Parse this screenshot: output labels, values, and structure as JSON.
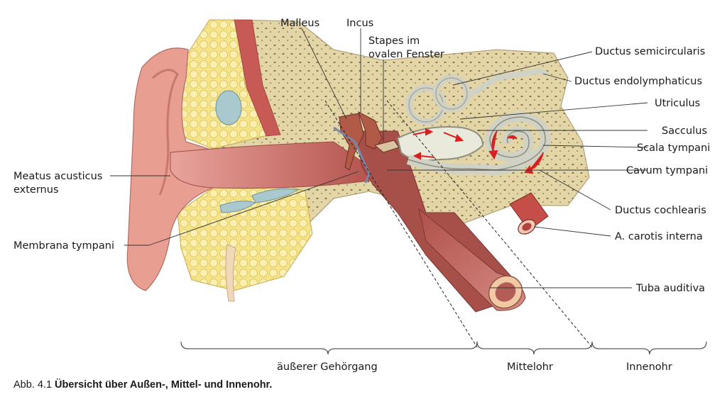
{
  "labels": {
    "malleus": "Malleus",
    "incus": "Incus",
    "stapes_line1": "Stapes im",
    "stapes_line2": "ovalen Fenster",
    "ductus_semicircularis": "Ductus semicircularis",
    "ductus_endolymphaticus": "Ductus endolymphaticus",
    "utriculus": "Utriculus",
    "sacculus": "Sacculus",
    "scala_tympani": "Scala tympani",
    "cavum_tympani": "Cavum tympani",
    "ductus_cochlearis": "Ductus cochlearis",
    "carotis": "A. carotis interna",
    "tuba_auditiva": "Tuba auditiva",
    "meatus_line1": "Meatus acusticus",
    "meatus_line2": "externus",
    "membrana_tympani": "Membrana tympani"
  },
  "regions": {
    "outer": "äußerer Gehörgang",
    "middle": "Mittelohr",
    "inner": "Innenohr"
  },
  "caption": {
    "number": "Abb. 4.1",
    "title": "Übersicht über Außen-, Mittel- und Innenohr."
  },
  "colors": {
    "skin": "#e89a8e",
    "canal": "#c96a63",
    "fat": "#f3e27f",
    "bone": "#e2d3a3",
    "cartilage_blue": "#a9c9cf",
    "labyrinth": "#d9dccb",
    "red_arrow": "#d92020"
  }
}
